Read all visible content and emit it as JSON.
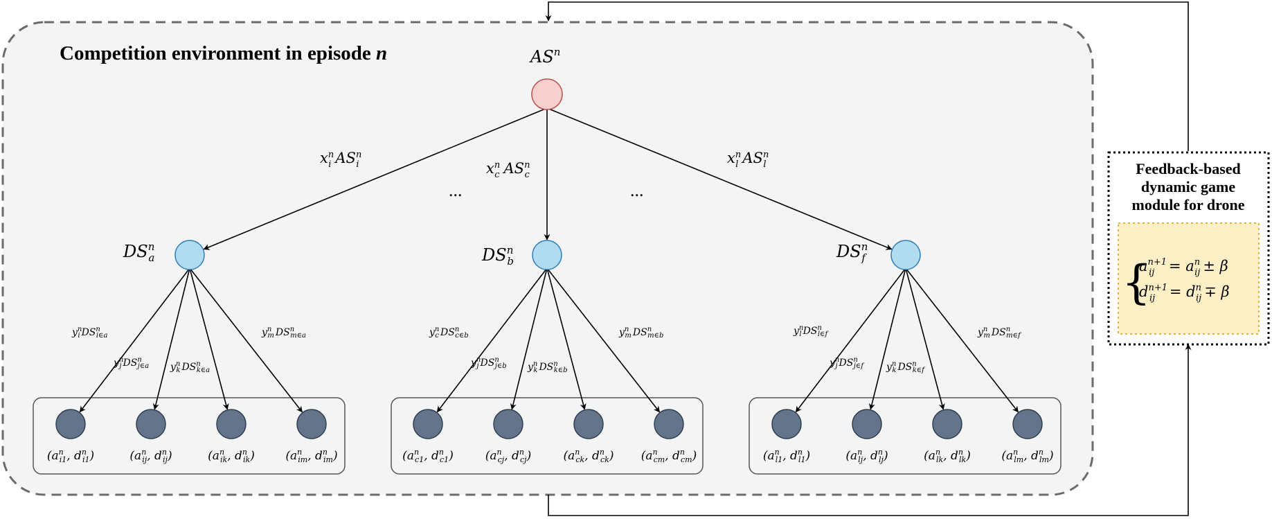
{
  "environment": {
    "title_prefix": "Competition environment in episode ",
    "title_var": "n"
  },
  "root": {
    "label": "AS",
    "sup": "n"
  },
  "ellipsis": "...",
  "root_edges": [
    {
      "var": "x",
      "sub": "i",
      "sup": "n",
      "label": "AS",
      "lsub": "i",
      "lsup": "n"
    },
    {
      "var": "x",
      "sub": "c",
      "sup": "n",
      "label": "AS",
      "lsub": "c",
      "lsup": "n"
    },
    {
      "var": "x",
      "sub": "l",
      "sup": "n",
      "label": "AS",
      "lsub": "l",
      "lsup": "n"
    }
  ],
  "groups": [
    {
      "ds": {
        "label": "DS",
        "sub": "a",
        "sup": "n"
      },
      "edges": [
        {
          "y": "y",
          "ysub": "i",
          "ds": "DS",
          "dsub": "i∈a"
        },
        {
          "y": "y",
          "ysub": "j",
          "ds": "DS",
          "dsub": "j∈a"
        },
        {
          "y": "y",
          "ysub": "k",
          "ds": "DS",
          "dsub": "k∈a"
        },
        {
          "y": "y",
          "ysub": "m",
          "ds": "DS",
          "dsub": "m∈a"
        }
      ],
      "leaves": [
        {
          "sub": "i1"
        },
        {
          "sub": "ij"
        },
        {
          "sub": "ik"
        },
        {
          "sub": "im"
        }
      ]
    },
    {
      "ds": {
        "label": "DS",
        "sub": "b",
        "sup": "n"
      },
      "edges": [
        {
          "y": "y",
          "ysub": "c",
          "ds": "DS",
          "dsub": "c∈b"
        },
        {
          "y": "y",
          "ysub": "j",
          "ds": "DS",
          "dsub": "j∈b"
        },
        {
          "y": "y",
          "ysub": "k",
          "ds": "DS",
          "dsub": "k∈b"
        },
        {
          "y": "y",
          "ysub": "m",
          "ds": "DS",
          "dsub": "m∈b"
        }
      ],
      "leaves": [
        {
          "sub": "c1"
        },
        {
          "sub": "cj"
        },
        {
          "sub": "ck"
        },
        {
          "sub": "cm"
        }
      ]
    },
    {
      "ds": {
        "label": "DS",
        "sub": "f",
        "sup": "n"
      },
      "edges": [
        {
          "y": "y",
          "ysub": "l",
          "ds": "DS",
          "dsub": "l∈f"
        },
        {
          "y": "y",
          "ysub": "j",
          "ds": "DS",
          "dsub": "j∈f"
        },
        {
          "y": "y",
          "ysub": "k",
          "ds": "DS",
          "dsub": "k∈f"
        },
        {
          "y": "y",
          "ysub": "m",
          "ds": "DS",
          "dsub": "m∈f"
        }
      ],
      "leaves": [
        {
          "sub": "l1"
        },
        {
          "sub": "lj"
        },
        {
          "sub": "lk"
        },
        {
          "sub": "lm"
        }
      ]
    }
  ],
  "leaf_symbols": {
    "a": "a",
    "d": "d",
    "sup": "n"
  },
  "feedback": {
    "title_lines": [
      "Feedback-based",
      "dynamic game",
      "module for drone"
    ],
    "eq1": {
      "lhs": "a",
      "lsub": "ij",
      "lsup": "n+1",
      "rhs": "a",
      "rsub": "ij",
      "rsup": "n",
      "op": "± β"
    },
    "eq2": {
      "lhs": "d",
      "lsub": "ij",
      "lsup": "n+1",
      "rhs": "d",
      "rsub": "ij",
      "rsup": "n",
      "op": "∓ β"
    },
    "brace": "{"
  },
  "colors": {
    "root_fill": "#f8cfcf",
    "ds_fill": "#b1dcf0",
    "leaf_fill": "#64748a",
    "feedback_fill": "#fdf0c7"
  }
}
